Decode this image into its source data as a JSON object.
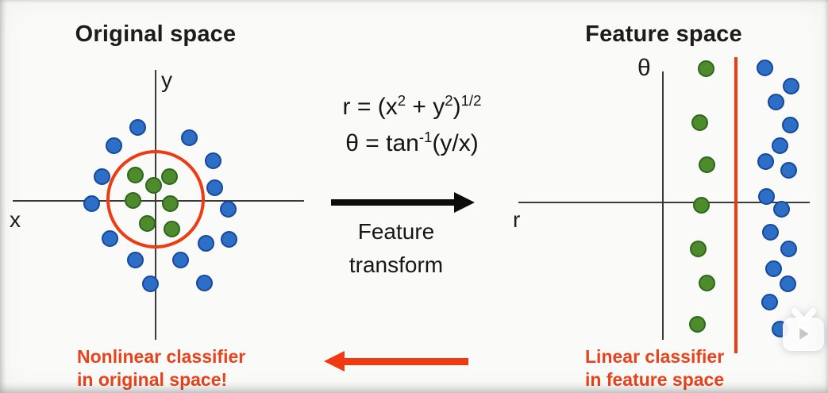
{
  "colors": {
    "background": "#fafaf9",
    "text_black": "#1b1b1b",
    "axis_gray": "#3b3b3b",
    "class_green": "#4e8b2d",
    "class_green_border": "#2e671b",
    "class_blue": "#2d6fc7",
    "class_blue_border": "#16489c",
    "classifier_red": "#ee3b12",
    "caption_red": "#e8431c"
  },
  "original_panel": {
    "title": "Original space",
    "x_axis_label": "x",
    "y_axis_label": "y",
    "caption": {
      "line1": "Nonlinear classifier",
      "line2": "in original space!"
    },
    "classifier_shape": "circle",
    "green_points": [
      [
        170,
        220
      ],
      [
        213,
        222
      ],
      [
        193,
        233
      ],
      [
        167,
        252
      ],
      [
        214,
        256
      ],
      [
        185,
        281
      ],
      [
        216,
        288
      ]
    ],
    "blue_points": [
      [
        173,
        160
      ],
      [
        143,
        183
      ],
      [
        238,
        173
      ],
      [
        268,
        202
      ],
      [
        128,
        222
      ],
      [
        270,
        236
      ],
      [
        115,
        256
      ],
      [
        287,
        263
      ],
      [
        138,
        300
      ],
      [
        259,
        306
      ],
      [
        288,
        301
      ],
      [
        170,
        327
      ],
      [
        227,
        327
      ],
      [
        189,
        357
      ],
      [
        257,
        356
      ]
    ]
  },
  "transform": {
    "formula_r": {
      "p1": "r = (x",
      "s1": "2",
      "p2": " + y",
      "s2": "2",
      "p3": ")",
      "s3": "1/2"
    },
    "formula_theta": {
      "p1": "θ = tan",
      "s1": "-1",
      "p2": "(y/x)"
    },
    "label_line1": "Feature",
    "label_line2": "transform"
  },
  "feature_panel": {
    "title": "Feature space",
    "x_axis_label": "r",
    "y_axis_label": "θ",
    "caption": {
      "line1": "Linear classifier",
      "line2": "in feature space"
    },
    "classifier_shape": "vertical-line",
    "green_points": [
      [
        889,
        86
      ],
      [
        881,
        154
      ],
      [
        890,
        207
      ],
      [
        883,
        258
      ],
      [
        879,
        313
      ],
      [
        890,
        356
      ],
      [
        878,
        408
      ]
    ],
    "blue_points": [
      [
        963,
        85
      ],
      [
        996,
        108
      ],
      [
        977,
        128
      ],
      [
        995,
        157
      ],
      [
        982,
        183
      ],
      [
        964,
        203
      ],
      [
        993,
        214
      ],
      [
        965,
        247
      ],
      [
        984,
        263
      ],
      [
        970,
        292
      ],
      [
        993,
        313
      ],
      [
        974,
        338
      ],
      [
        992,
        357
      ],
      [
        969,
        380
      ],
      [
        982,
        414
      ]
    ]
  },
  "video_overlay": {
    "icon": "play-tv-icon"
  }
}
